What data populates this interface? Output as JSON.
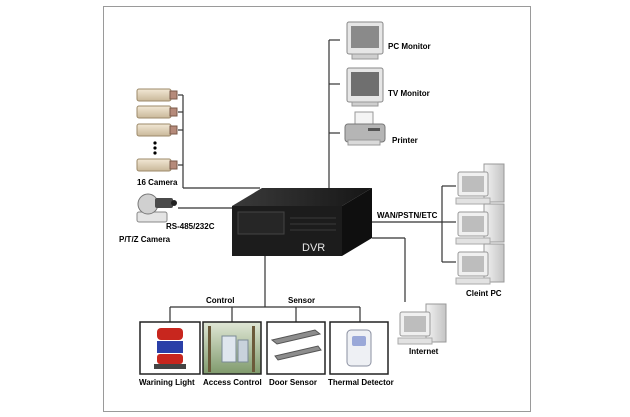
{
  "labels": {
    "pc_monitor": "PC Monitor",
    "tv_monitor": "TV Monitor",
    "printer": "Printer",
    "camera16": "16 Camera",
    "rs485": "RS-485/232C",
    "ptz_camera": "P/T/Z Camera",
    "wan": "WAN/PSTN/ETC",
    "client_pc": "Cleint PC",
    "internet": "Internet",
    "dvr": "DVR",
    "control": "Control",
    "sensor": "Sensor",
    "warning_light": "Warining Light",
    "access_control": "Access Control",
    "door_sensor": "Door Sensor",
    "thermal_detector": "Thermal Detector"
  },
  "colors": {
    "dvr_body": "#1c1c1c",
    "line": "#333333",
    "frame_border": "#9a9a9a",
    "warning_red": "#c8261e",
    "warning_blue": "#2a3fa8",
    "door_sensor_gray": "#8d8d8d"
  },
  "icons": {
    "camera": "bullet-camera-icon",
    "ptz": "ptz-dome-camera-icon",
    "monitor": "crt-monitor-icon",
    "printer": "inkjet-printer-icon",
    "pc": "desktop-pc-icon",
    "dvr": "dvr-recorder-icon"
  }
}
